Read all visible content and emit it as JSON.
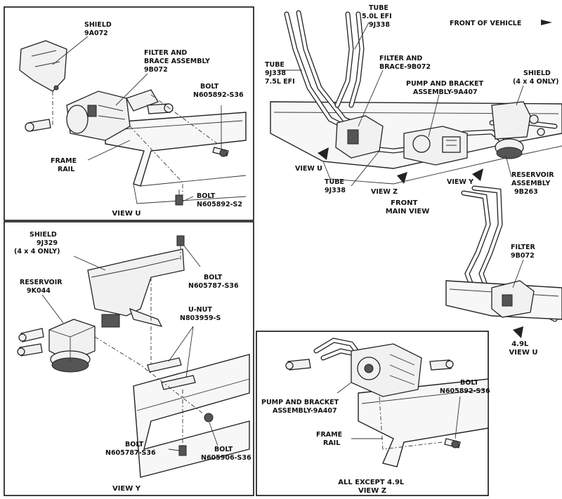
{
  "panels": {
    "view_u": {
      "title": "VIEW U",
      "labels": {
        "shield": [
          "SHIELD",
          "9A072"
        ],
        "filter": [
          "FILTER AND",
          "BRACE ASSEMBLY",
          "9B072"
        ],
        "bolt_top": [
          "BOLT",
          "N605892-S36"
        ],
        "frame_rail": [
          "FRAME",
          "RAIL"
        ],
        "bolt_bottom": [
          "BOLT",
          "N605892-S2"
        ]
      }
    },
    "view_y": {
      "title": "VIEW Y",
      "labels": {
        "shield": [
          "SHIELD",
          "9J329",
          "(4 x 4 ONLY)"
        ],
        "reservoir": [
          "RESERVOIR",
          "9K044"
        ],
        "bolt_top": [
          "BOLT",
          "N605787-S36"
        ],
        "unut": [
          "U-NUT",
          "N803959-S"
        ],
        "bolt_left": [
          "BOLT",
          "N605787-S36"
        ],
        "bolt_right": [
          "BOLT",
          "N605906-S36"
        ]
      }
    },
    "main_view": {
      "title": [
        "FRONT",
        "MAIN VIEW"
      ],
      "labels": {
        "tube_top": [
          "TUBE",
          "5.0L EFI",
          "9J338"
        ],
        "front_of_vehicle": "FRONT OF VEHICLE",
        "tube_left": [
          "TUBE",
          "9J338",
          "7.5L EFI"
        ],
        "filter_brace": [
          "FILTER AND",
          "BRACE-9B072"
        ],
        "pump_bracket": [
          "PUMP AND BRACKET",
          "ASSEMBLY-9A407"
        ],
        "shield": [
          "SHIELD",
          "(4 x 4 ONLY)"
        ],
        "view_u": "VIEW U",
        "tube_bottom": [
          "TUBE",
          "9J338"
        ],
        "view_z": "VIEW Z",
        "view_y": "VIEW Y",
        "reservoir": [
          "RESERVOIR",
          "ASSEMBLY",
          "9B263"
        ]
      }
    },
    "view_u_49": {
      "title": [
        "4.9L",
        "VIEW U"
      ],
      "labels": {
        "filter": [
          "FILTER",
          "9B072"
        ]
      }
    },
    "view_z": {
      "title": [
        "ALL EXCEPT 4.9L",
        "VIEW Z"
      ],
      "labels": {
        "bolt": [
          "BOLT",
          "N605892-S36"
        ],
        "pump_bracket": [
          "PUMP AND BRACKET",
          "ASSEMBLY-9A407"
        ],
        "frame_rail": [
          "FRAME",
          "RAIL"
        ]
      }
    }
  }
}
